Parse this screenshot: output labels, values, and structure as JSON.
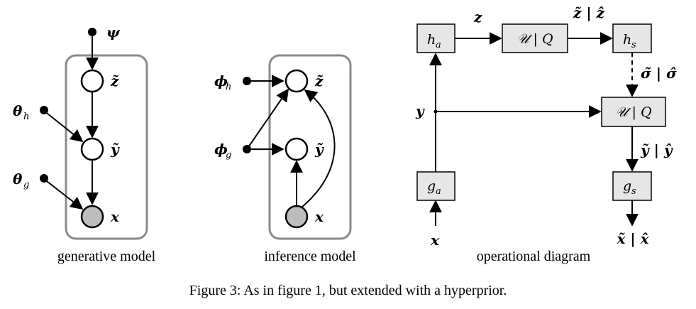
{
  "panels": {
    "generative": {
      "title": "generative model",
      "nodes": {
        "psi": "ψ",
        "z": "z̃",
        "y": "ỹ",
        "x": "x",
        "theta_h": "θ",
        "theta_h_sub": "h",
        "theta_g": "θ",
        "theta_g_sub": "g"
      }
    },
    "inference": {
      "title": "inference model",
      "nodes": {
        "z": "z̃",
        "y": "ỹ",
        "x": "x",
        "phi_h": "ϕ",
        "phi_h_sub": "h",
        "phi_g": "ϕ",
        "phi_g_sub": "g"
      }
    },
    "operational": {
      "title": "operational diagram",
      "boxes": {
        "h_a": {
          "main": "h",
          "sub": "a"
        },
        "h_s": {
          "main": "h",
          "sub": "s"
        },
        "uq_top": {
          "main": "𝒰 | Q"
        },
        "uq_mid": {
          "main": "𝒰 | Q"
        },
        "g_a": {
          "main": "g",
          "sub": "a"
        },
        "g_s": {
          "main": "g",
          "sub": "s"
        }
      },
      "labels": {
        "z": "z",
        "z_tilde_hat": "z̃ | ẑ",
        "sigma_tilde_hat": "σ̃ | σ̂",
        "y": "y",
        "y_tilde_hat": "ỹ | ŷ",
        "x_in": "x",
        "x_tilde_hat": "x̃ | x̂"
      }
    }
  },
  "caption": "Figure 3: As in figure 1, but extended with a hyperprior."
}
